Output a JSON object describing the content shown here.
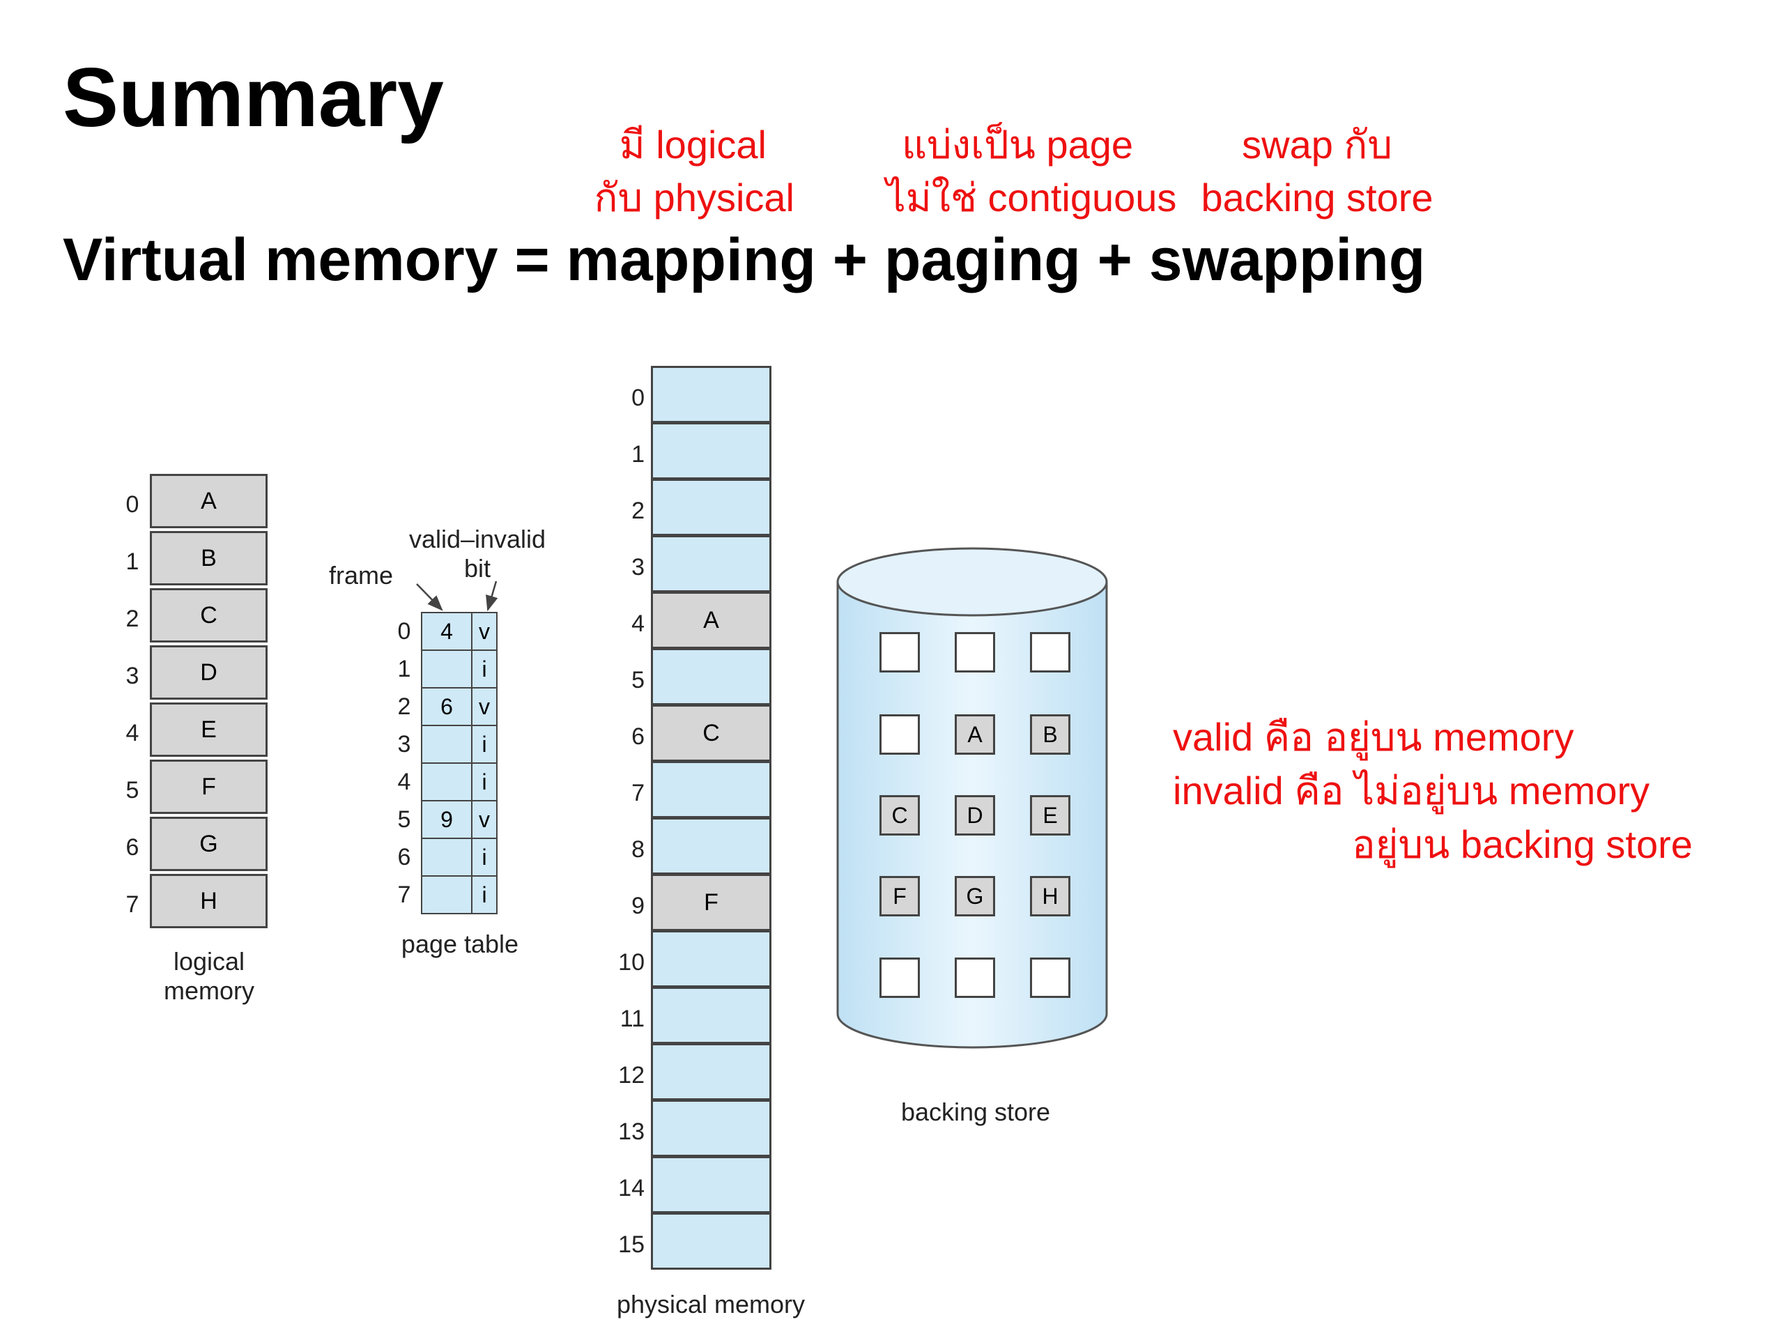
{
  "slide": {
    "title": "Summary",
    "equation": "Virtual memory = mapping + paging + swapping"
  },
  "annotations": {
    "mapping": [
      "มี logical",
      "กับ physical"
    ],
    "paging": [
      "แบ่งเป็น page",
      "ไม่ใช่ contiguous"
    ],
    "swapping": [
      "swap กับ",
      "backing store"
    ],
    "valid_note": [
      "valid คือ อยู่บน memory",
      "invalid คือ ไม่อยู่บน memory",
      "อยู่บน backing store"
    ],
    "color": "#ee1111"
  },
  "logical_memory": {
    "label_line1": "logical",
    "label_line2": "memory",
    "pages": [
      {
        "index": "0",
        "content": "A"
      },
      {
        "index": "1",
        "content": "B"
      },
      {
        "index": "2",
        "content": "C"
      },
      {
        "index": "3",
        "content": "D"
      },
      {
        "index": "4",
        "content": "E"
      },
      {
        "index": "5",
        "content": "F"
      },
      {
        "index": "6",
        "content": "G"
      },
      {
        "index": "7",
        "content": "H"
      }
    ]
  },
  "page_table": {
    "label": "page table",
    "frame_label": "frame",
    "valid_label_line1": "valid–invalid",
    "valid_label_line2": "bit",
    "entries": [
      {
        "index": "0",
        "frame": "4",
        "bit": "v"
      },
      {
        "index": "1",
        "frame": "",
        "bit": "i"
      },
      {
        "index": "2",
        "frame": "6",
        "bit": "v"
      },
      {
        "index": "3",
        "frame": "",
        "bit": "i"
      },
      {
        "index": "4",
        "frame": "",
        "bit": "i"
      },
      {
        "index": "5",
        "frame": "9",
        "bit": "v"
      },
      {
        "index": "6",
        "frame": "",
        "bit": "i"
      },
      {
        "index": "7",
        "frame": "",
        "bit": "i"
      }
    ]
  },
  "physical_memory": {
    "label": "physical memory",
    "frames": [
      {
        "index": "0",
        "content": ""
      },
      {
        "index": "1",
        "content": ""
      },
      {
        "index": "2",
        "content": ""
      },
      {
        "index": "3",
        "content": ""
      },
      {
        "index": "4",
        "content": "A"
      },
      {
        "index": "5",
        "content": ""
      },
      {
        "index": "6",
        "content": "C"
      },
      {
        "index": "7",
        "content": ""
      },
      {
        "index": "8",
        "content": ""
      },
      {
        "index": "9",
        "content": "F"
      },
      {
        "index": "10",
        "content": ""
      },
      {
        "index": "11",
        "content": ""
      },
      {
        "index": "12",
        "content": ""
      },
      {
        "index": "13",
        "content": ""
      },
      {
        "index": "14",
        "content": ""
      },
      {
        "index": "15",
        "content": ""
      }
    ]
  },
  "backing_store": {
    "label": "backing store",
    "rows": [
      [
        "",
        "",
        ""
      ],
      [
        "",
        "A",
        "B"
      ],
      [
        "C",
        "D",
        "E"
      ],
      [
        "F",
        "G",
        "H"
      ],
      [
        "",
        "",
        ""
      ]
    ]
  }
}
